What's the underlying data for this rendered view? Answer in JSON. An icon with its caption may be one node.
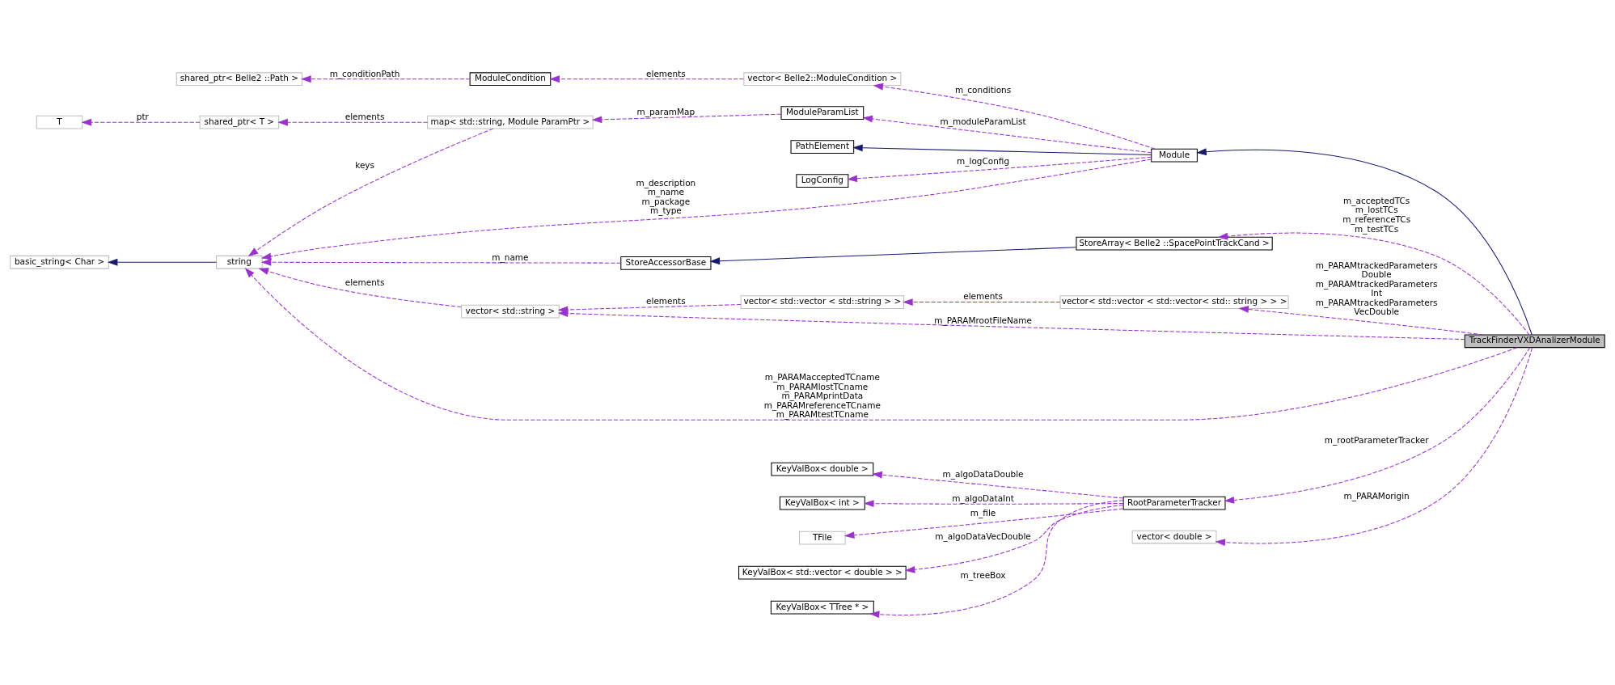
{
  "diagram": {
    "nodes": [
      {
        "text": [
          "TrackFinderVXDAnalizerModule"
        ]
      },
      {
        "text": [
          "Module"
        ]
      },
      {
        "text": [
          "LogConfig"
        ]
      },
      {
        "text": [
          "vector< Belle2::ModuleCondition >"
        ]
      },
      {
        "text": [
          "ModuleCondition"
        ]
      },
      {
        "text": [
          "shared_ptr< Belle2 ::Path >"
        ]
      },
      {
        "text": [
          "string"
        ]
      },
      {
        "text": [
          "basic_string< Char >"
        ]
      },
      {
        "text": [
          "ModuleParamList"
        ]
      },
      {
        "text": [
          "map< std::string, Module ParamPtr >"
        ]
      },
      {
        "text": [
          "shared_ptr< T >"
        ]
      },
      {
        "text": [
          "T"
        ]
      },
      {
        "text": [
          "PathElement"
        ]
      },
      {
        "text": [
          "StoreArray< Belle2 ::SpacePointTrackCand >"
        ]
      },
      {
        "text": [
          "StoreAccessorBase"
        ]
      },
      {
        "text": [
          "vector< std::vector < std::vector< std:: string > > >"
        ]
      },
      {
        "text": [
          "vector< std::vector < std::string > >"
        ]
      },
      {
        "text": [
          "vector< std::string >"
        ]
      },
      {
        "text": [
          "RootParameterTracker"
        ]
      },
      {
        "text": [
          "KeyValBox< std::vector < double > >"
        ]
      },
      {
        "text": [
          "KeyValBox< TTree * >"
        ]
      },
      {
        "text": [
          "KeyValBox< double >"
        ]
      },
      {
        "text": [
          "KeyValBox< int >"
        ]
      },
      {
        "text": [
          "TFile"
        ]
      },
      {
        "text": [
          "vector< double >"
        ]
      }
    ],
    "edges": [
      {
        "from": 0,
        "to": 1,
        "arrow": "to",
        "color": "#191970"
      },
      {
        "from": 1,
        "to": 12,
        "arrow": "to",
        "color": "#191970"
      },
      {
        "from": 13,
        "to": 14,
        "arrow": "to",
        "color": "#191970"
      },
      {
        "from": 6,
        "to": 7,
        "arrow": "to",
        "color": "#191970"
      },
      {
        "from": 1,
        "to": 2,
        "arrow": "to",
        "label": "m_logConfig",
        "style": "dashed"
      },
      {
        "from": 1,
        "to": 3,
        "arrow": "to",
        "label": "m_conditions",
        "style": "dashed"
      },
      {
        "from": 3,
        "to": 4,
        "arrow": "to",
        "label": "elements",
        "style": "dashed"
      },
      {
        "from": 4,
        "to": 5,
        "arrow": "to",
        "label": "m_conditionPath",
        "style": "dashed"
      },
      {
        "from": 1,
        "to": 6,
        "arrow": "to",
        "label": "m_description m_name m_package m_type",
        "style": "dashed"
      },
      {
        "from": 1,
        "to": 8,
        "arrow": "to",
        "label": "m_moduleParamList",
        "style": "dashed"
      },
      {
        "from": 8,
        "to": 9,
        "arrow": "to",
        "label": "m_paramMap",
        "style": "dashed"
      },
      {
        "from": 9,
        "to": 10,
        "arrow": "to",
        "label": "elements",
        "style": "dashed"
      },
      {
        "from": 10,
        "to": 11,
        "arrow": "to",
        "label": "ptr",
        "style": "dashed"
      },
      {
        "from": 9,
        "to": 6,
        "arrow": "to",
        "label": "keys",
        "style": "dashed"
      },
      {
        "from": 14,
        "to": 6,
        "arrow": "to",
        "label": "m_name",
        "style": "dashed"
      },
      {
        "from": 17,
        "to": 6,
        "arrow": "to",
        "label": "elements",
        "style": "dashed"
      },
      {
        "from": 16,
        "to": 17,
        "arrow": "to",
        "label": "elements",
        "style": "dashed"
      },
      {
        "from": 15,
        "to": 16,
        "arrow": "to",
        "label": "elements",
        "style": "dashed"
      },
      {
        "from": 0,
        "to": 13,
        "arrow": "to",
        "label": "m_acceptedTCs m_lostTCs m_referenceTCs m_testTCs",
        "style": "dashed"
      },
      {
        "from": 0,
        "to": 15,
        "arrow": "to",
        "label": "m_PARAMtrackedParameters Double m_PARAMtrackedParameters Int m_PARAMtrackedParameters VecDouble",
        "style": "dashed"
      },
      {
        "from": 0,
        "to": 18,
        "arrow": "to",
        "label": "m_rootParameterTracker",
        "style": "dashed"
      },
      {
        "from": 18,
        "to": 19,
        "arrow": "to",
        "label": "m_algoDataVecDouble",
        "style": "dashed"
      },
      {
        "from": 18,
        "to": 20,
        "arrow": "to",
        "label": "m_treeBox",
        "style": "dashed"
      },
      {
        "from": 18,
        "to": 21,
        "arrow": "to",
        "label": "m_algoDataDouble",
        "style": "dashed"
      },
      {
        "from": 18,
        "to": 22,
        "arrow": "to",
        "label": "m_algoDataInt",
        "style": "dashed"
      },
      {
        "from": 18,
        "to": 23,
        "arrow": "to",
        "label": "m_file",
        "style": "dashed"
      },
      {
        "from": 0,
        "to": 17,
        "arrow": "to",
        "label": "m_PARAMrootFileName",
        "style": "dashed"
      },
      {
        "from": 0,
        "to": 6,
        "arrow": "to",
        "label": "m_PARAMacceptedTCname m_PARAMlostTCname m_PARAMprintData m_PARAMreferenceTCname m_PARAMtestTCname",
        "style": "dashed"
      },
      {
        "from": 0,
        "to": 24,
        "arrow": "to",
        "label": "m_PARAMorigin",
        "style": "dashed"
      }
    ]
  }
}
